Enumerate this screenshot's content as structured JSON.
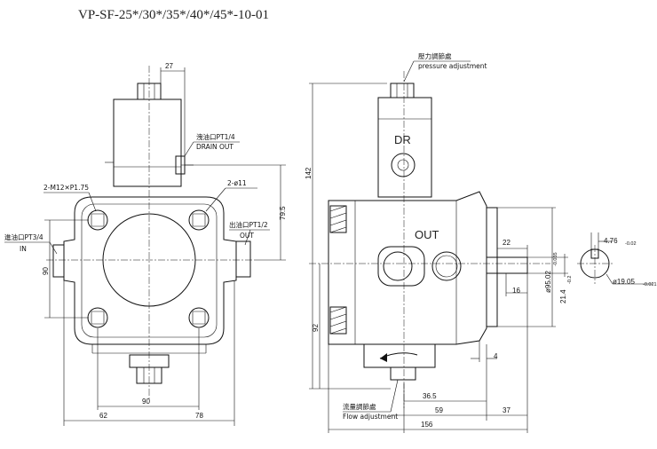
{
  "title": "VP-SF-25*/30*/35*/40*/45*-10-01",
  "front_view": {
    "dim_top": "27",
    "drain_label_cn": "洩油口PT1/4",
    "drain_label_en": "DRAIN OUT",
    "bolt_left": "2-M12✕P1.75",
    "bolt_right": "2-ø11",
    "outlet_label_cn": "出油口PT1/2",
    "outlet_label_en": "OUT",
    "inlet_label_cn": "進油口PT3/4",
    "inlet_label_en": "IN",
    "dim_height": "79.5",
    "dim_side": "90",
    "dim_bottom": "90",
    "dim_left": "62",
    "dim_right": "78"
  },
  "side_view": {
    "pressure_cn": "壓力調節處",
    "pressure_en": "pressure adjustment",
    "dr_label": "DR",
    "out_label": "OUT",
    "dim_height": "142",
    "dim_lower": "92",
    "flow_cn": "流量調節處",
    "flow_en": "Flow adjustment",
    "dim_365": "36.5",
    "dim_59": "59",
    "dim_37": "37",
    "dim_156": "156",
    "dim_22": "22",
    "dim_16": "16",
    "dim_4": "4",
    "dim_shaft": "ø95.02",
    "dim_shaft_tol": "-0.035",
    "dim_key_h": "21.4",
    "dim_key_h_tol": "-0.2"
  },
  "key_view": {
    "dim_key_w": "4.76",
    "dim_key_w_tol": "-0.02",
    "dim_shaft_d": "ø19.05",
    "dim_shaft_d_tol": "-0.021"
  }
}
